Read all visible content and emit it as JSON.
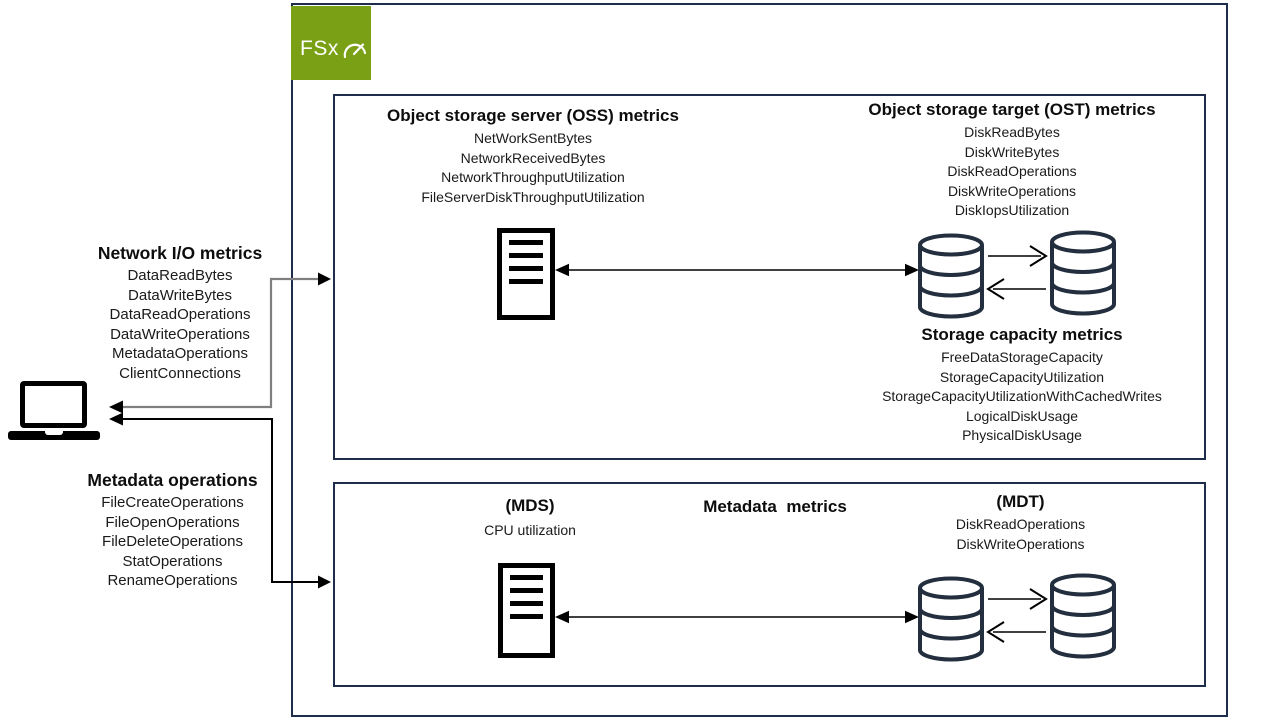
{
  "logo": {
    "label": "FSx",
    "bg_color": "#7aa116",
    "icon": "gauge-icon"
  },
  "left_panel": {
    "network_io": {
      "title": "Network I/O metrics",
      "items": [
        "DataReadBytes",
        "DataWriteBytes",
        "DataReadOperations",
        "DataWriteOperations",
        "MetadataOperations",
        "ClientConnections"
      ]
    },
    "metadata_ops": {
      "title": "Metadata operations",
      "items": [
        "FileCreateOperations",
        "FileOpenOperations",
        "FileDeleteOperations",
        "StatOperations",
        "RenameOperations"
      ]
    },
    "client_icon": "laptop-icon"
  },
  "oss_box": {
    "oss": {
      "title": "Object storage server (OSS) metrics",
      "items": [
        "NetWorkSentBytes",
        "NetworkReceivedBytes",
        "NetworkThroughputUtilization",
        "FileServerDiskThroughputUtilization"
      ],
      "icon": "server-icon"
    },
    "ost": {
      "title": "Object storage target (OST) metrics",
      "items": [
        "DiskReadBytes",
        "DiskWriteBytes",
        "DiskReadOperations",
        "DiskWriteOperations",
        "DiskIopsUtilization"
      ],
      "icon": "database-cylinder-icon"
    },
    "storage_capacity": {
      "title": "Storage capacity metrics",
      "items": [
        "FreeDataStorageCapacity",
        "StorageCapacityUtilization",
        "StorageCapacityUtilizationWithCachedWrites",
        "LogicalDiskUsage",
        "PhysicalDiskUsage"
      ]
    }
  },
  "metadata_box": {
    "title": "Metadata  metrics",
    "mds": {
      "title": "(MDS)",
      "items": [
        "CPU utilization"
      ],
      "icon": "server-icon"
    },
    "mdt": {
      "title": "(MDT)",
      "items": [
        "DiskReadOperations",
        "DiskWriteOperations"
      ],
      "icon": "database-cylinder-icon"
    }
  },
  "colors": {
    "box_border": "#1e2d4b",
    "cylinder_stroke": "#232f3e",
    "logo_green": "#7aa116",
    "arrow_gray": "#7f7f7f",
    "arrow_black": "#000000"
  }
}
